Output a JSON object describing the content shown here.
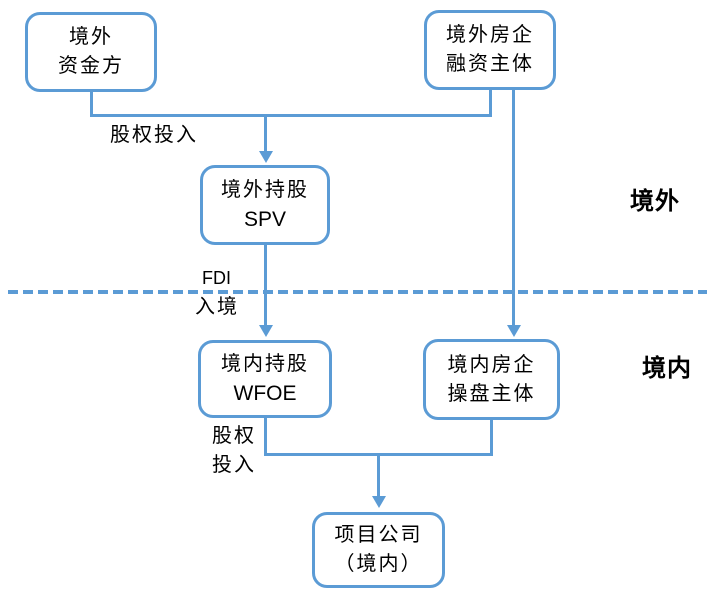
{
  "diagram": {
    "nodes": {
      "offshore_capital": {
        "line1": "境外",
        "line2": "资金方"
      },
      "offshore_financier": {
        "line1": "境外房企",
        "line2": "融资主体"
      },
      "offshore_spv": {
        "line1": "境外持股",
        "line2": "SPV"
      },
      "onshore_wfoe": {
        "line1": "境内持股",
        "line2": "WFOE"
      },
      "onshore_operator": {
        "line1": "境内房企",
        "line2": "操盘主体"
      },
      "project_company": {
        "line1": "项目公司",
        "line2": "（境内）"
      }
    },
    "labels": {
      "equity_invest_top": "股权投入",
      "fdi": "FDI",
      "entry": "入境",
      "equity_invest_bottom": "股权\n投入",
      "region_offshore": "境外",
      "region_onshore": "境内"
    },
    "colors": {
      "line_blue": "#5B9BD5",
      "text": "#000000",
      "background": "#FFFFFF"
    }
  }
}
